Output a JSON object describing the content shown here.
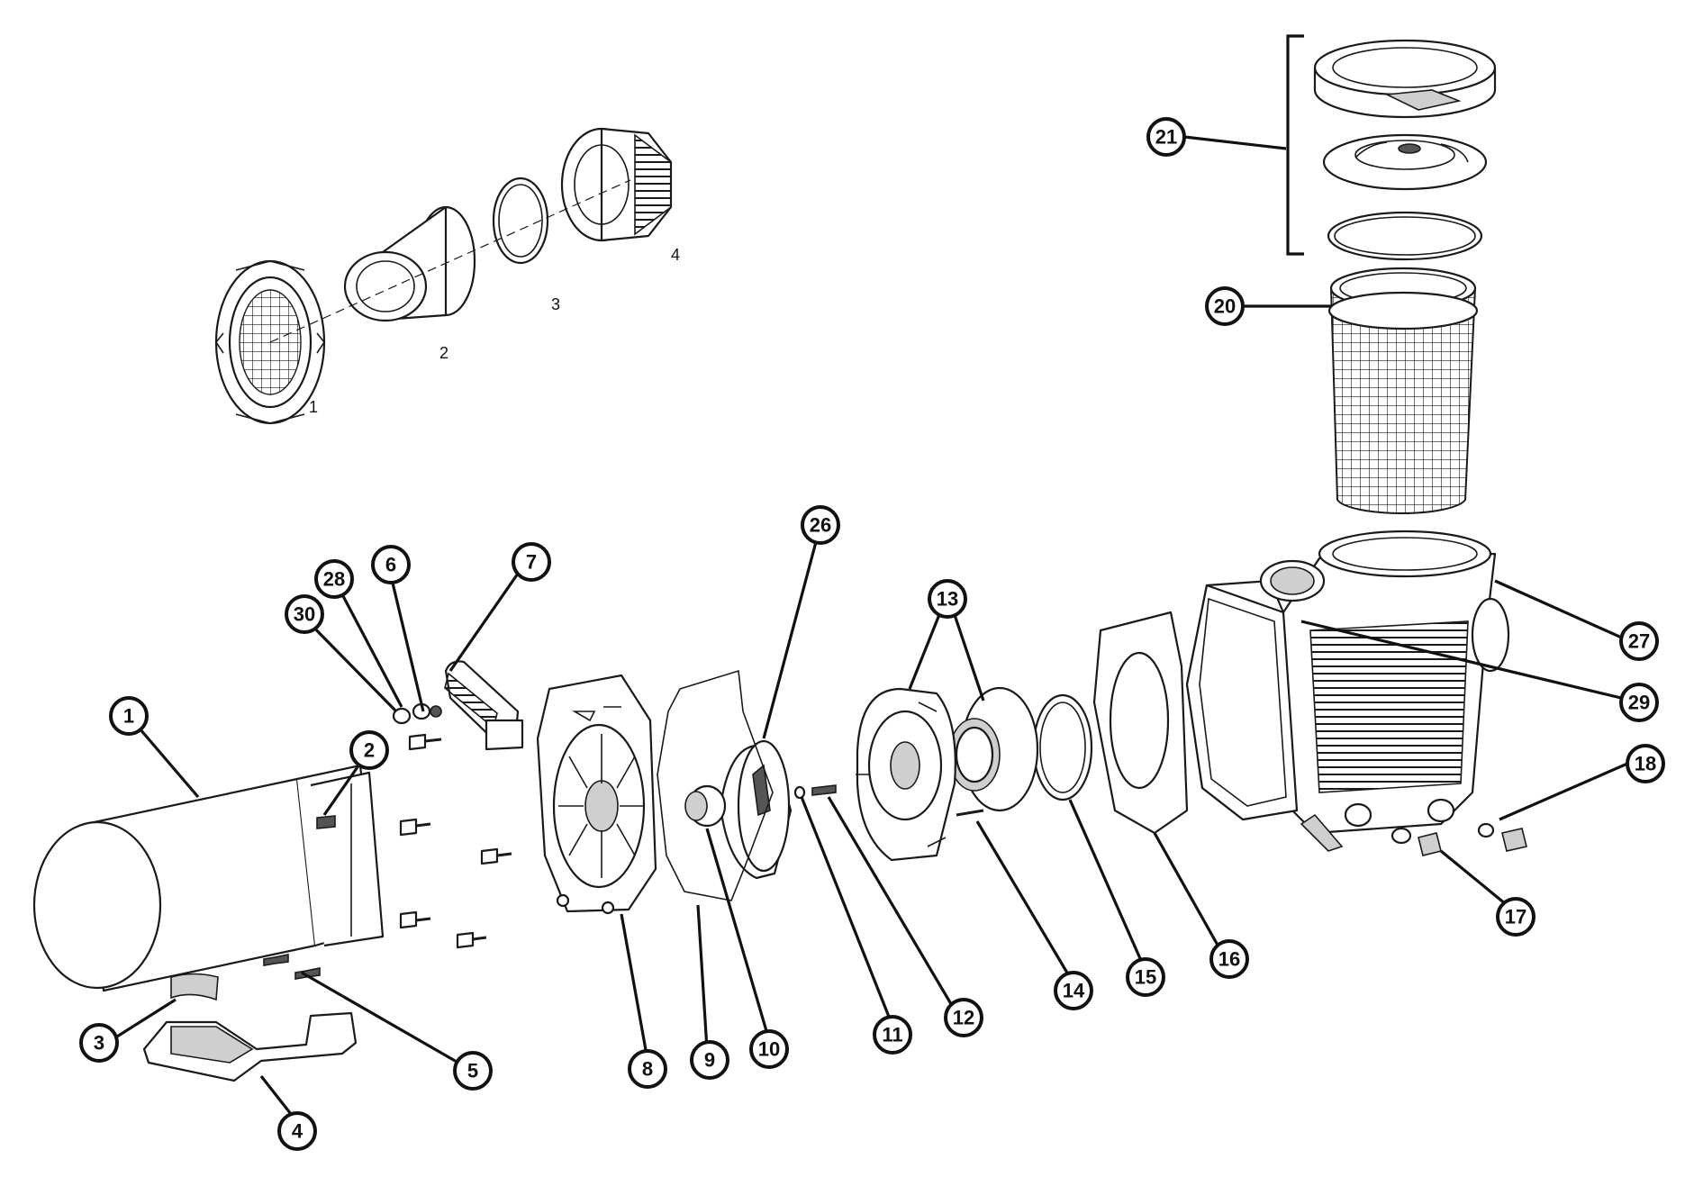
{
  "colors": {
    "ink": "#111111",
    "paper": "#ffffff",
    "shade": "#cfcfcf"
  },
  "union_labels": [
    "1",
    "2",
    "3",
    "4"
  ],
  "callouts": [
    "1",
    "2",
    "3",
    "4",
    "5",
    "6",
    "7",
    "8",
    "9",
    "10",
    "11",
    "12",
    "13",
    "14",
    "15",
    "16",
    "17",
    "18",
    "20",
    "21",
    "26",
    "27",
    "28",
    "29",
    "30"
  ],
  "parts": [
    "motor",
    "motor-bolt",
    "motor-pad",
    "motor-base",
    "base-screw",
    "base-bolt",
    "handle",
    "seal-plate",
    "diffuser-gasket",
    "shaft-seal",
    "impeller",
    "impeller-screw",
    "washer",
    "diffuser",
    "wear-ring",
    "diffuser-pin",
    "o-ring",
    "housing-gasket",
    "drain-plug",
    "drain-washer",
    "strainer-basket",
    "lid-assembly",
    "pump-housing",
    "housing-plugs",
    "union-nut",
    "union-tailpiece",
    "union-o-ring",
    "union-body"
  ]
}
